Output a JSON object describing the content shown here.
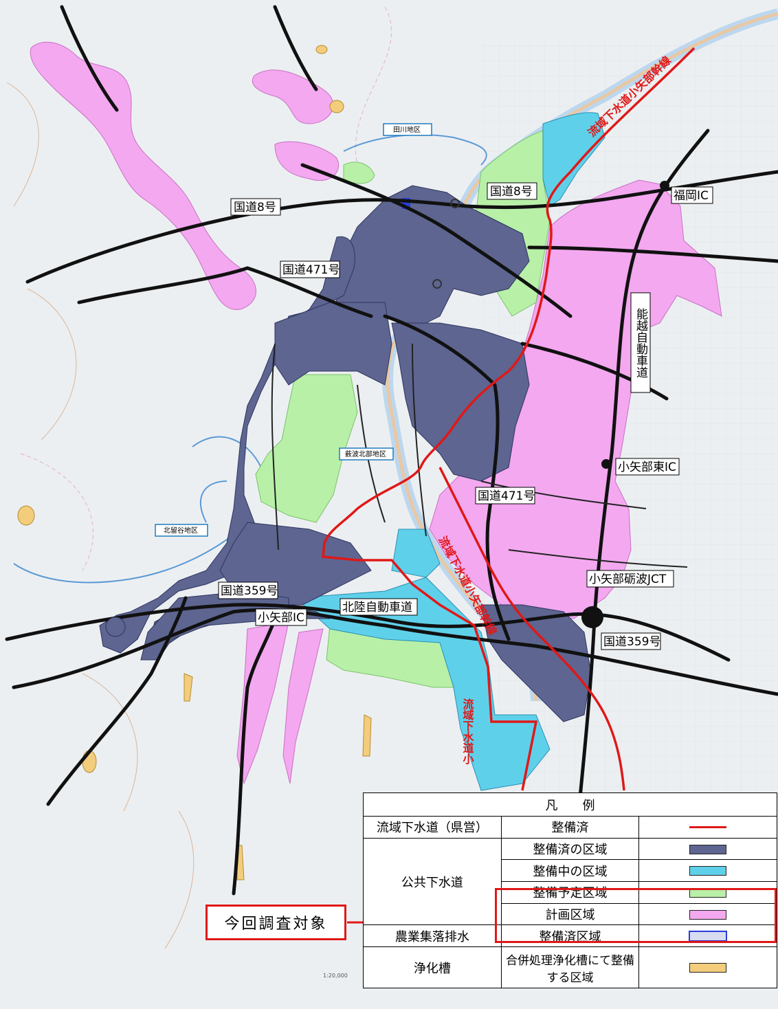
{
  "colors": {
    "developed": "#5d6590",
    "in_progress": "#5fd0ea",
    "scheduled": "#b9f0a8",
    "planned": "#f3a8ef",
    "rural": "#2a3cd8",
    "septic": "#f3cd7c",
    "trunk_line": "#e01818",
    "road": "#111111",
    "river": "#5b9ad6",
    "terrain": "#eceff1"
  },
  "map": {
    "labels": {
      "route8_west": "国道8号",
      "route8_center": "国道8号",
      "route471_north": "国道471号",
      "route471_south": "国道471号",
      "route359_west": "国道359号",
      "route359_east": "国道359号",
      "hokuriku_expressway": "北陸自動車道",
      "oyabe_ic": "小矢部IC",
      "fukuoka_ic": "福岡IC",
      "oyabe_higashi_ic": "小矢部東IC",
      "oyabe_tonami_jct": "小矢部砺波JCT",
      "noetsu_expressway": "能越自動車道",
      "trunk_line_north": "流域下水道小矢部幹線",
      "trunk_line_center": "流域下水道小矢部幹線",
      "trunk_line_south": "流域下水道小",
      "tagawa_district": "田川地区",
      "yabunami_district": "薮波北部地区",
      "kitarugaya_district": "北留谷地区",
      "scale": "1:20,000"
    }
  },
  "legend": {
    "title": "凡　　例",
    "rows": [
      {
        "category": "流域下水道（県営）",
        "item": "整備済",
        "symbol": "line-red"
      },
      {
        "category": "公共下水道",
        "item": "整備済の区域",
        "symbol": "developed"
      },
      {
        "category": "",
        "item": "整備中の区域",
        "symbol": "in_progress"
      },
      {
        "category": "",
        "item": "整備予定区域",
        "symbol": "scheduled"
      },
      {
        "category": "",
        "item": "計画区域",
        "symbol": "planned"
      },
      {
        "category": "農業集落排水",
        "item": "整備済区域",
        "symbol": "rural"
      },
      {
        "category": "浄化槽",
        "item": "合併処理浄化槽にて整備する区域",
        "symbol": "septic"
      }
    ]
  },
  "callout": {
    "label": "今回調査対象"
  }
}
